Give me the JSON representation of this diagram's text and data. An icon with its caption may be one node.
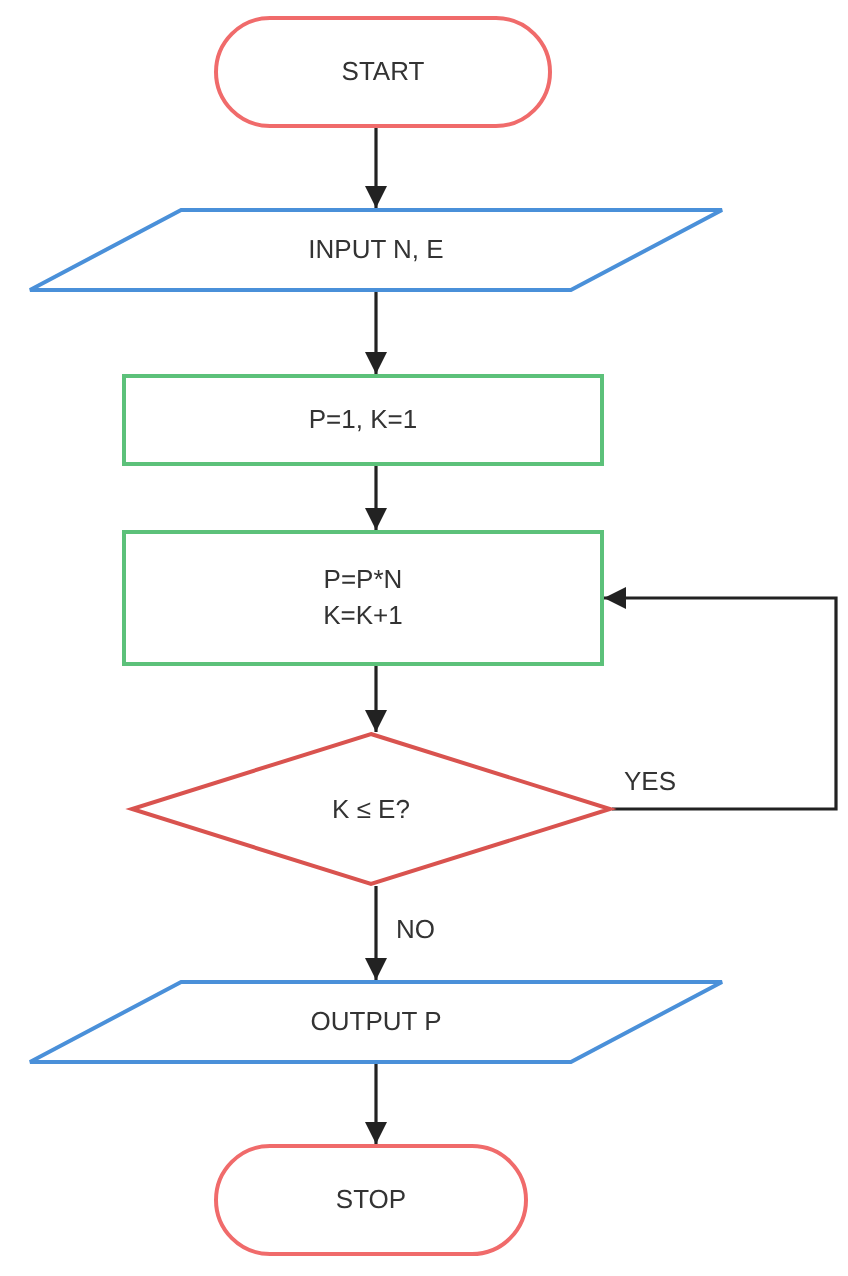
{
  "diagram": {
    "nodes": [
      {
        "text": [
          "START"
        ]
      },
      {
        "text": [
          "INPUT N, E"
        ]
      },
      {
        "text": [
          "P=1, K=1"
        ]
      },
      {
        "text": [
          "P=P*N",
          "K=K+1"
        ]
      },
      {
        "text": [
          "K ≤ E?"
        ]
      },
      {
        "text": [
          "OUTPUT P"
        ]
      },
      {
        "text": [
          "STOP"
        ]
      }
    ],
    "edges": [
      {
        "from": 0,
        "to": 1,
        "arrow": "to"
      },
      {
        "from": 1,
        "to": 2,
        "arrow": "to"
      },
      {
        "from": 2,
        "to": 3,
        "arrow": "to"
      },
      {
        "from": 3,
        "to": 4,
        "arrow": "to"
      },
      {
        "from": 4,
        "to": 5,
        "arrow": "to",
        "label": "NO"
      },
      {
        "from": 5,
        "to": 6,
        "arrow": "to"
      },
      {
        "from": 4,
        "to": 3,
        "arrow": "to",
        "label": "YES"
      }
    ]
  }
}
